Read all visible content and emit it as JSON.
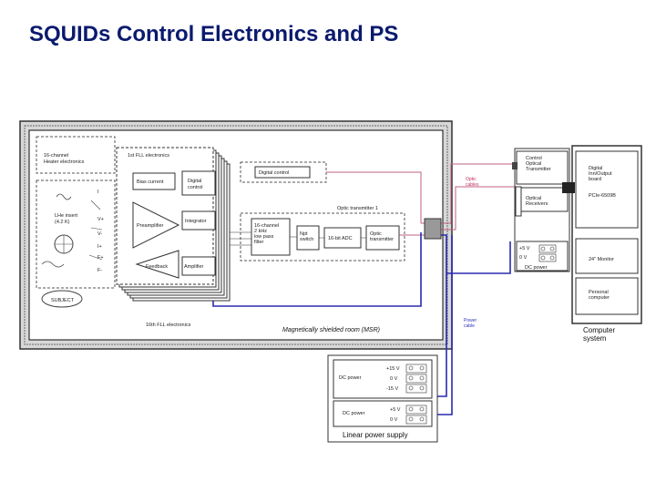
{
  "page": {
    "title": "SQUIDs Control Electronics and PS"
  },
  "diagram": {
    "heater_box": {
      "label": "16-channel\nHeater electronics"
    },
    "fll_first": {
      "label": "1st FLL electronics"
    },
    "fll_last": {
      "label": "16th FLL electronics"
    },
    "bias_current": "Bias current",
    "digital_control_small": "Digital\ncontrol",
    "preamplifier": "Preamplifier",
    "integrator": "Integrator",
    "feedback": "Feedback",
    "amplifier": "Amplifier",
    "digital_control": "Digital control",
    "optic_transmitter_1": "Optic transmitter 1",
    "lowpass_filter": "16-channel\n2 kHz\nlow pass\nfilter",
    "switch": "Npt\nswitch",
    "adc": "16-bit ADC",
    "optic_transmitter": "Optic\ntransmitter",
    "lhe_insert": "LHe insert\n(4.2 K)",
    "subject": "SUBJECT",
    "msr_label": "Magnetically shielded room (MSR)",
    "pin_labels": [
      "I",
      "V+",
      "V-",
      "I+",
      "F+",
      "F-"
    ],
    "optic_cables": "Optic\ncables",
    "power_cable": "Power\ncable",
    "control_optical_transmitter": "Control\nOptical\nTransmitter",
    "optical_receivers": "Optical\nReceivers",
    "digital_io_board": "Digital\nInn/Output\nboard",
    "pcie": "PCIe-6509B",
    "dc_power_small": "DC power",
    "dc_small_v1": "+5 V",
    "dc_small_v2": "0 V",
    "monitor": "24\" Monitor",
    "personal_computer": "Personal\ncomputer",
    "computer_system": "Computer\nsystem",
    "linear_ps": {
      "title": "Linear power supply",
      "dc1_label": "DC power",
      "dc1_v": [
        "+15 V",
        "0 V",
        "-15 V"
      ],
      "dc2_label": "DC power",
      "dc2_v": [
        "+5 V",
        "0 V"
      ]
    }
  },
  "colors": {
    "title": "#0b1a6e",
    "optic": "#c06080",
    "power": "#2a2ab0",
    "msr_wall": "#555555"
  }
}
